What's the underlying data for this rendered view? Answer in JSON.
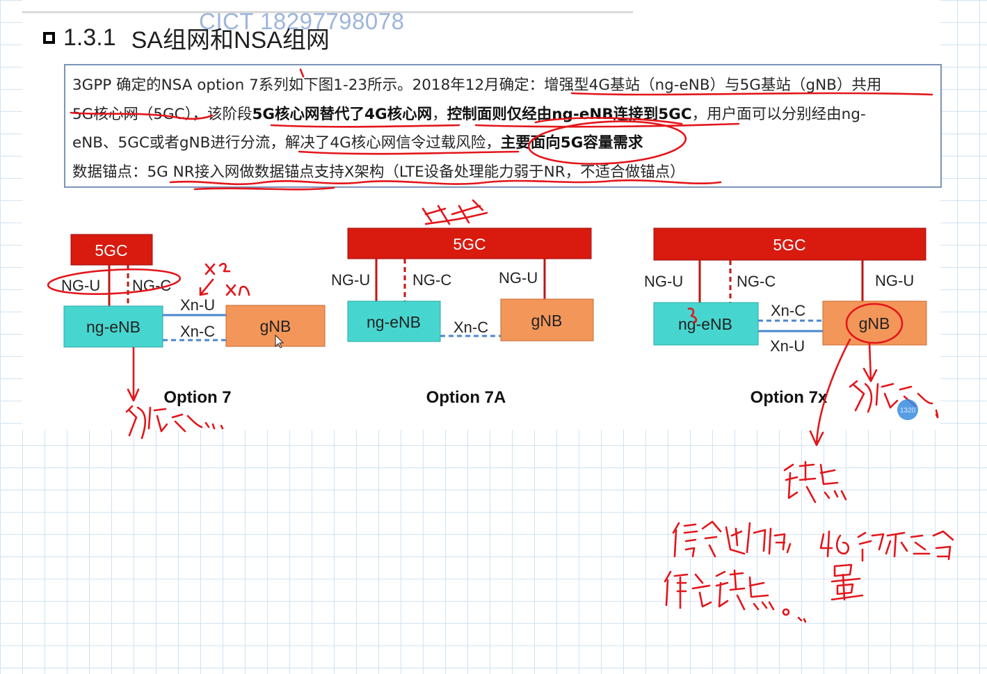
{
  "header": {
    "watermark": "CICT 18297798078",
    "section_number": "1.3.1",
    "title": "SA组网和NSA组网"
  },
  "description": {
    "l1_a": "3GPP 确定的NSA option 7系列如下图1-23所示。2018年12月确定：",
    "l1_b": "增强型4G基站（ng-eNB）与5G基站（gNB）共用",
    "l2_a": "5G核心网（5GC），该阶段",
    "l2_b": "5G核心网替代了4G核心网",
    "l2_c": "，",
    "l2_d": "控制面则仅经由ng-eNB连接到5GC",
    "l2_e": "，用户面可以分别经由ng-",
    "l3_a": "eNB、5GC或者gNB进行分流，",
    "l3_b": "解决了4G核心网信令过载风险，",
    "l3_c": "主要面向5G容量需求",
    "l4": "数据锚点：5G NR接入网做数据锚点支持X架构（LTE设备处理能力弱于NR，不适合做锚点）"
  },
  "diagrams": [
    {
      "caption": "Option 7",
      "core": "5GC",
      "enb": "ng-eNB",
      "gnb": "gNB",
      "iface_ng_u": "NG-U",
      "iface_ng_c": "NG-C",
      "xn_u": "Xn-U",
      "xn_c": "Xn-C"
    },
    {
      "caption": "Option 7A",
      "core": "5GC",
      "enb": "ng-eNB",
      "gnb": "gNB",
      "iface_ng_u": "NG-U",
      "iface_ng_c": "NG-C",
      "iface_ng_u_gnb": "NG-U",
      "xn_c": "Xn-C"
    },
    {
      "caption": "Option 7x",
      "core": "5GC",
      "enb": "ng-eNB",
      "gnb": "gNB",
      "iface_ng_u": "NG-U",
      "iface_ng_c": "NG-C",
      "iface_ng_u_gnb": "NG-U",
      "xn_c": "Xn-C",
      "xn_u": "Xn-U"
    }
  ],
  "colors": {
    "core_red": "#d81a0f",
    "enb_cyan": "#47d6cf",
    "gnb_orange": "#f39659",
    "link_blue": "#4a86cf",
    "ink_red": "#e3151a",
    "grid": "#cfe3f3"
  },
  "annotation": {
    "badge": "1320"
  }
}
